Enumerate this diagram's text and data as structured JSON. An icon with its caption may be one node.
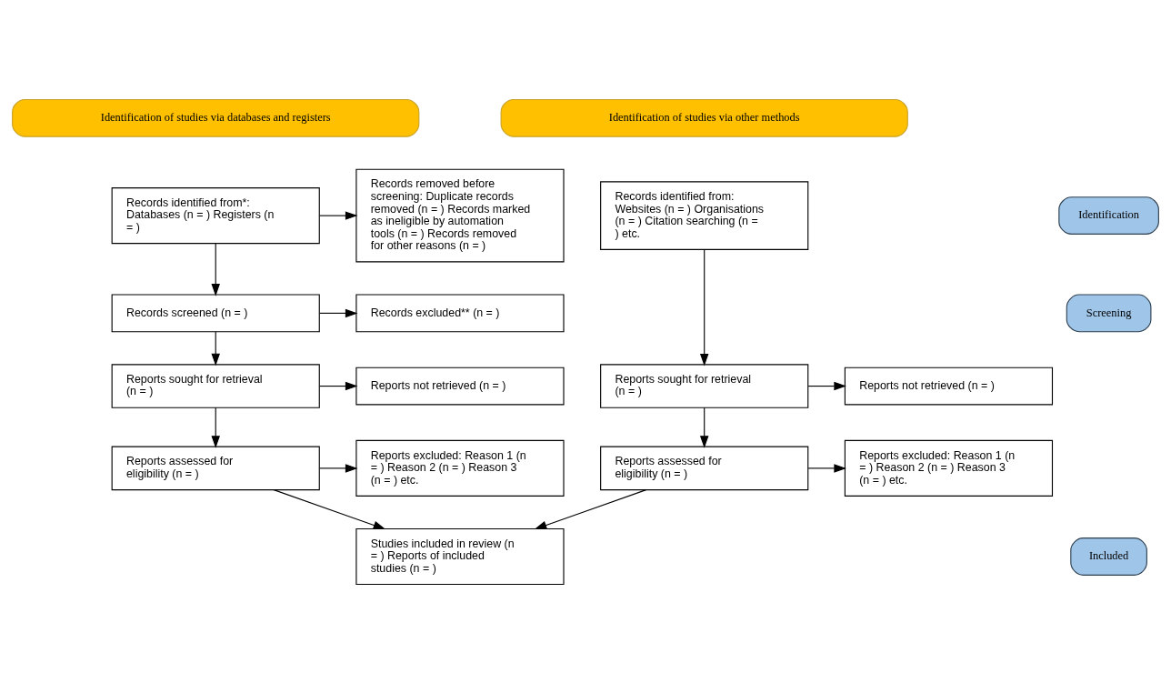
{
  "diagram": {
    "nodes": [
      {
        "text": [
          "Identification of studies via databases and registers"
        ]
      },
      {
        "text": [
          "Identification of studies via other methods"
        ]
      },
      {
        "text": [
          "Identification"
        ]
      },
      {
        "text": [
          "Records identified from*: Databases (n = ) Registers (n = )"
        ]
      },
      {
        "text": [
          "Records removed before screening: Duplicate records removed (n = ) Records marked as ineligible by automation tools (n = ) Records removed for other reasons (n = )"
        ]
      },
      {
        "text": [
          "Records identified from: Websites (n = ) Organisations (n = ) Citation searching (n = ) etc."
        ]
      },
      {
        "text": [
          "Screening"
        ]
      },
      {
        "text": [
          "Records screened (n = )"
        ]
      },
      {
        "text": [
          "Records excluded** (n = )"
        ]
      },
      {
        "text": [
          "Reports sought for retrieval (n = )"
        ]
      },
      {
        "text": [
          "Reports not retrieved (n = )"
        ]
      },
      {
        "text": [
          "Reports sought for retrieval (n = )"
        ]
      },
      {
        "text": [
          "Reports not retrieved (n = )"
        ]
      },
      {
        "text": [
          "Reports assessed for eligibility (n = )"
        ]
      },
      {
        "text": [
          "Reports excluded: Reason 1 (n = ) Reason 2 (n = ) Reason 3 (n = ) etc."
        ]
      },
      {
        "text": [
          "Reports assessed for eligibility (n = )"
        ]
      },
      {
        "text": [
          "Reports excluded: Reason 1 (n = ) Reason 2 (n = ) Reason 3 (n = ) etc."
        ]
      },
      {
        "text": [
          "Included"
        ]
      },
      {
        "text": [
          "Studies included in review (n = ) Reports of included studies (n = )"
        ]
      }
    ],
    "edges": [
      {
        "from": 3,
        "to": 4,
        "arrow": "to"
      },
      {
        "from": 3,
        "to": 7,
        "arrow": "to"
      },
      {
        "from": 7,
        "to": 8,
        "arrow": "to"
      },
      {
        "from": 7,
        "to": 9,
        "arrow": "to"
      },
      {
        "from": 9,
        "to": 10,
        "arrow": "to"
      },
      {
        "from": 9,
        "to": 13,
        "arrow": "to"
      },
      {
        "from": 13,
        "to": 14,
        "arrow": "to"
      },
      {
        "from": 13,
        "to": 18,
        "arrow": "to"
      },
      {
        "from": 5,
        "to": 11,
        "arrow": "to"
      },
      {
        "from": 11,
        "to": 12,
        "arrow": "to"
      },
      {
        "from": 11,
        "to": 15,
        "arrow": "to"
      },
      {
        "from": 15,
        "to": 16,
        "arrow": "to"
      },
      {
        "from": 15,
        "to": 18,
        "arrow": "to"
      }
    ]
  }
}
